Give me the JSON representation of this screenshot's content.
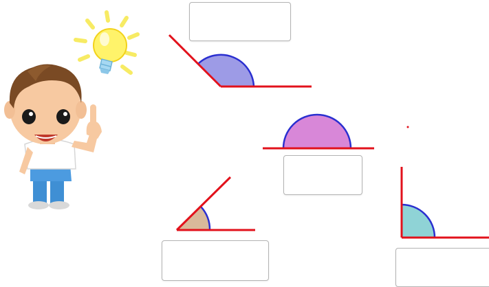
{
  "colors": {
    "ray": "#e2111b",
    "arc": "#2a2fd0",
    "obtuse_fill": "#9d9be6",
    "straight_fill": "#d887d8",
    "acute_fill": "#d9b99a",
    "right_fill": "#8fd3d6"
  },
  "illustration": {
    "character": "boy-pointing-up",
    "icon": "light-bulb-icon"
  },
  "angles": [
    {
      "name": "obtuse",
      "answer": ""
    },
    {
      "name": "straight",
      "answer": ""
    },
    {
      "name": "acute",
      "answer": ""
    },
    {
      "name": "right",
      "answer": ""
    }
  ]
}
